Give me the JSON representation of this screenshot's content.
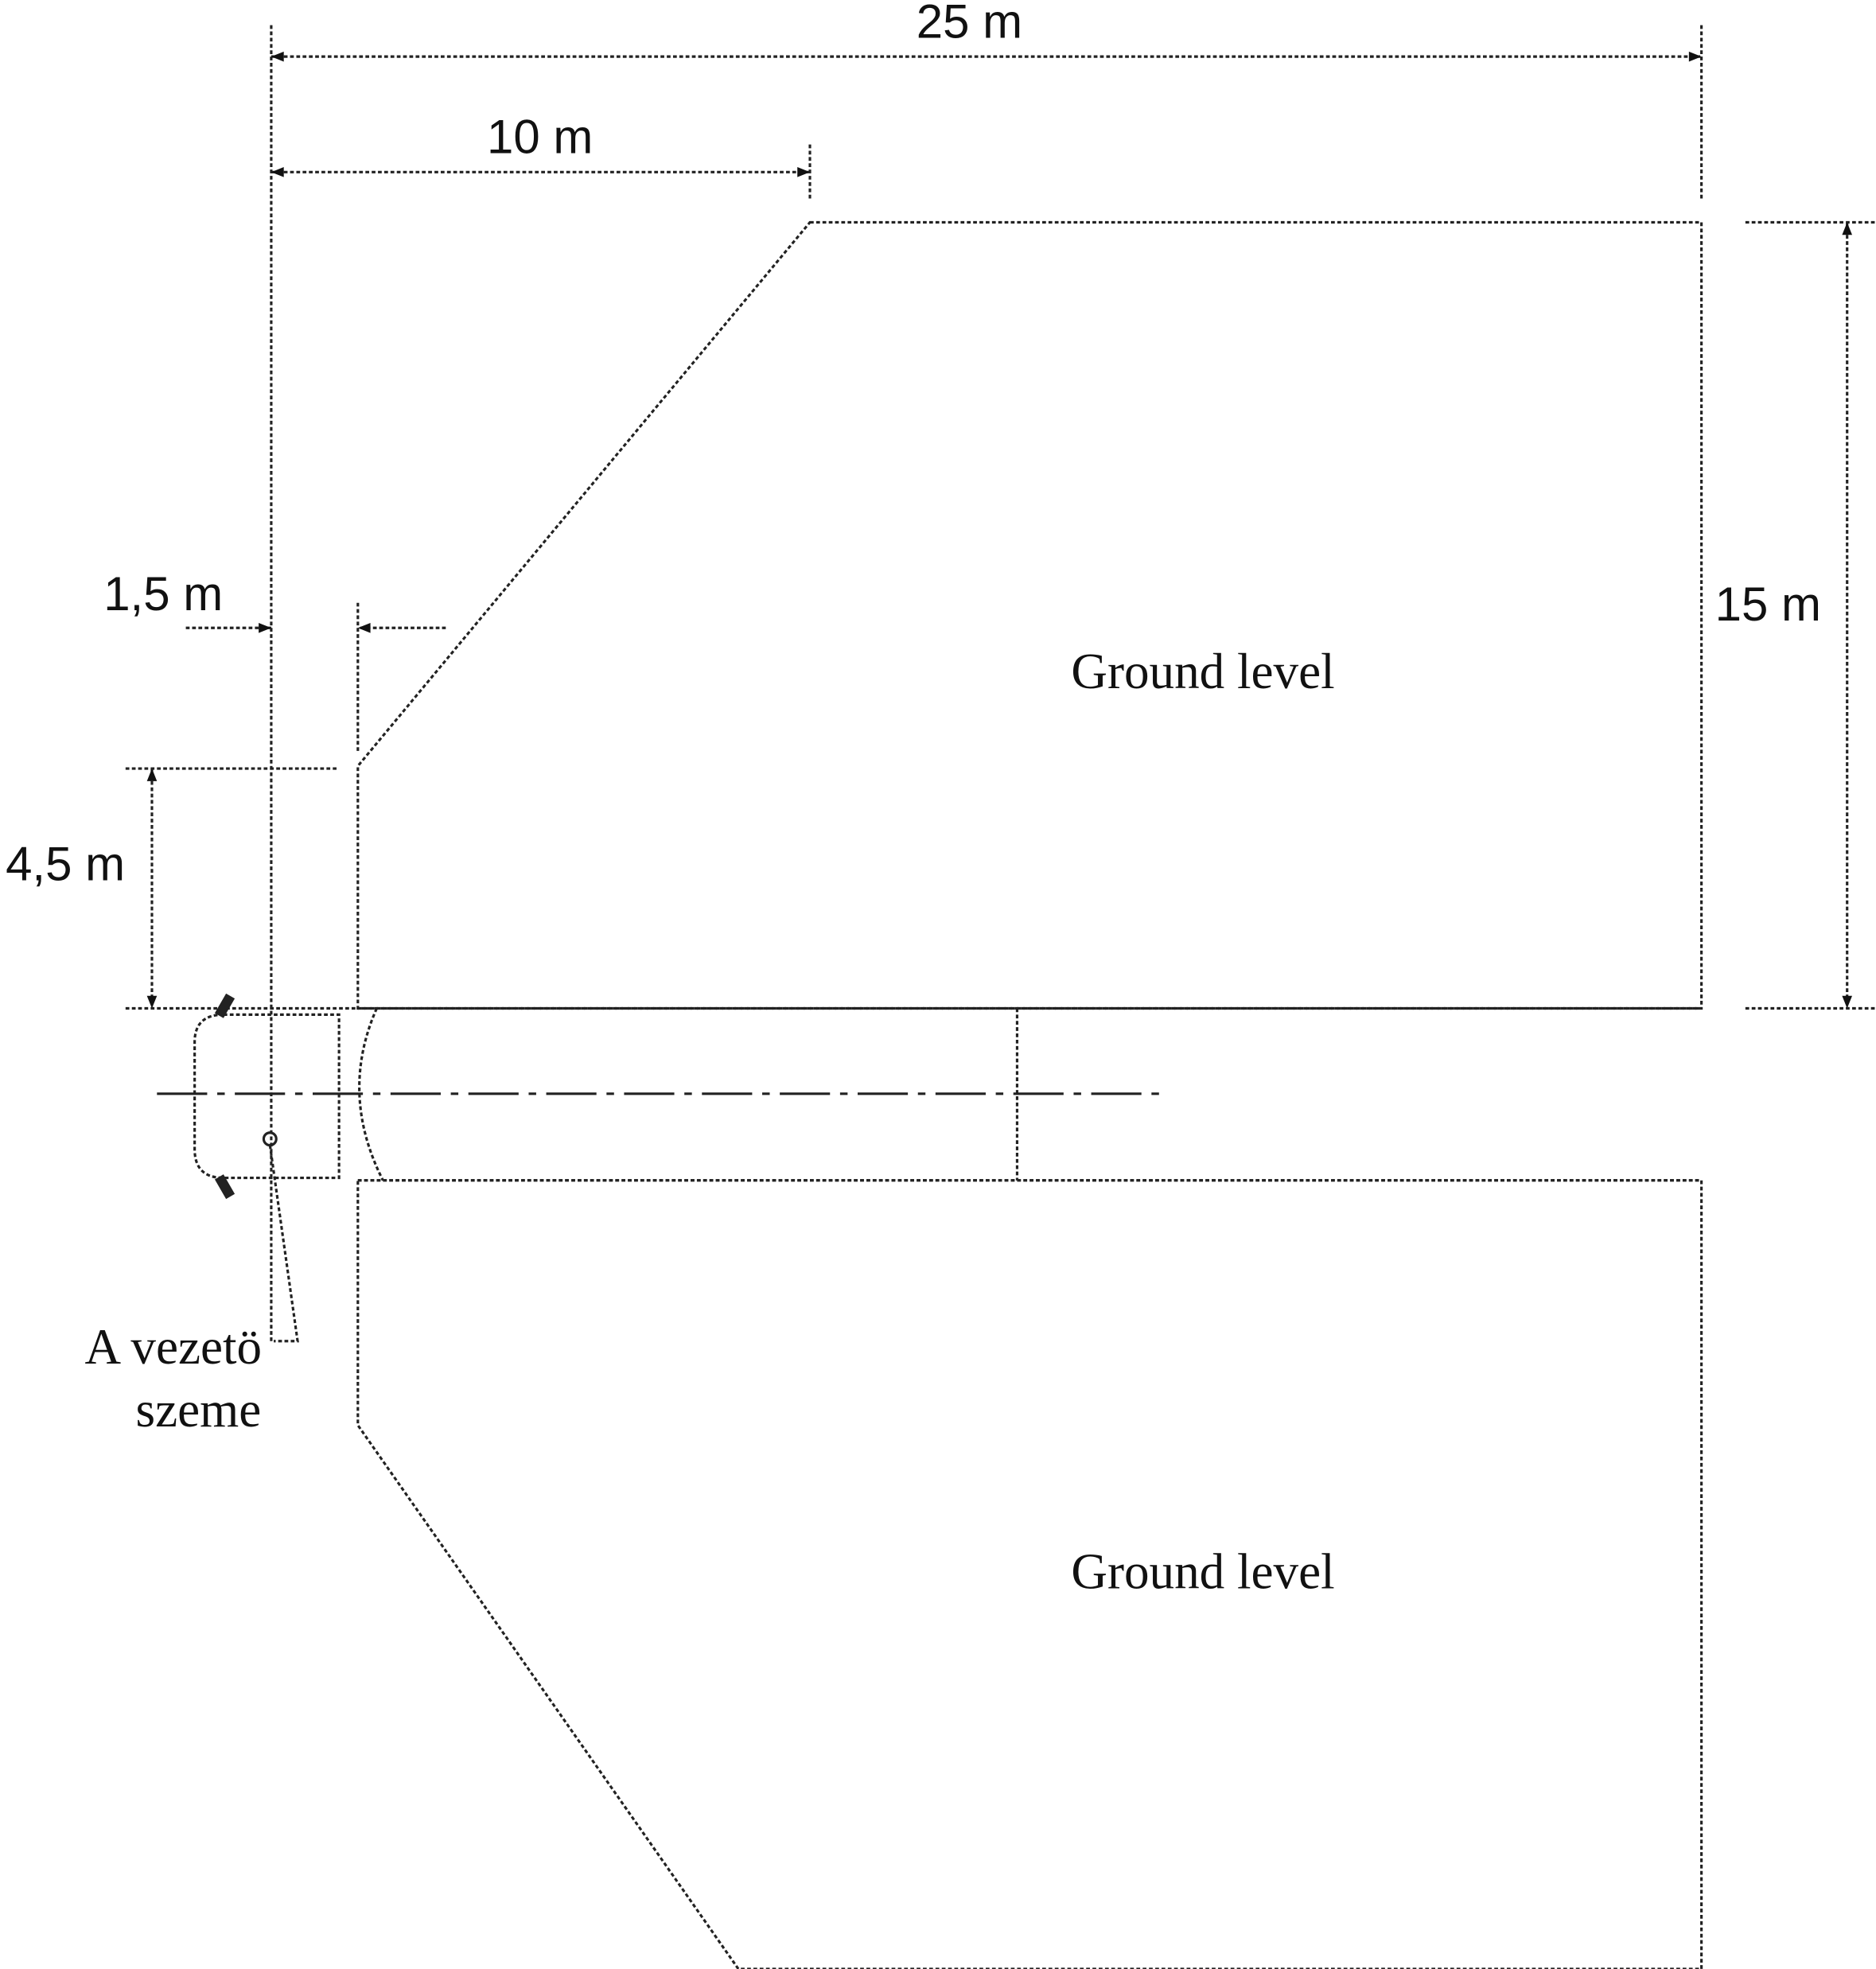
{
  "dimensions": {
    "total_length": "25 m",
    "front_length": "10 m",
    "lateral_offset": "1,5 m",
    "side_gap": "4,5 m",
    "zone_width": "15 m"
  },
  "zones": {
    "upper_label": "Ground level",
    "lower_label": "Ground level"
  },
  "driver_eye": {
    "label_line1": "A vezetö",
    "label_line2": "szeme"
  },
  "colors": {
    "line": "#222222",
    "background": "#ffffff"
  }
}
